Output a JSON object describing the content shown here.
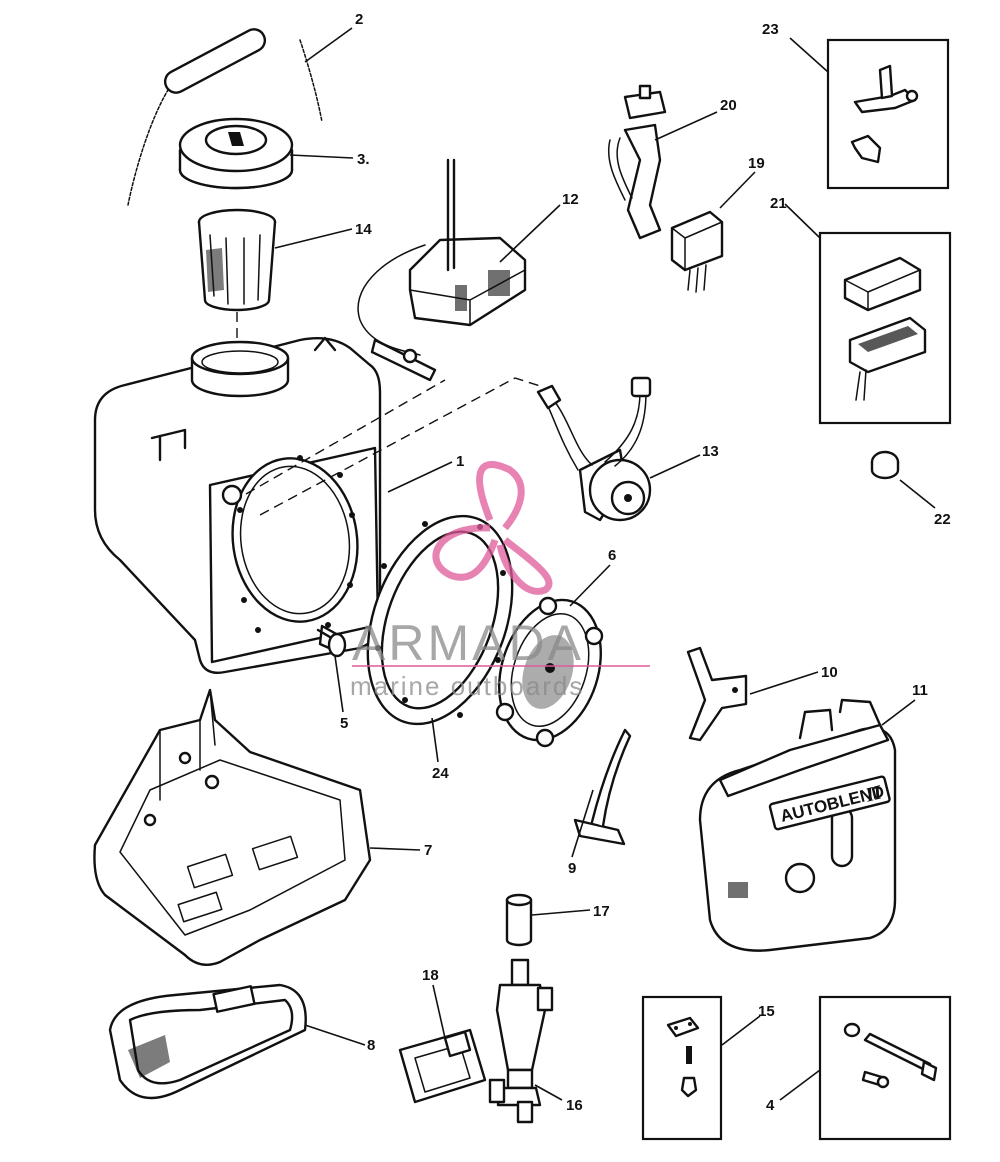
{
  "callouts": {
    "c1": "1",
    "c2": "2",
    "c3": "3.",
    "c4": "4",
    "c5": "5",
    "c6": "6",
    "c7": "7",
    "c8": "8",
    "c9": "9",
    "c10": "10",
    "c11": "11",
    "c12": "12",
    "c13": "13",
    "c14": "14",
    "c15": "15",
    "c16": "16",
    "c17": "17",
    "c18": "18",
    "c19": "19",
    "c20": "20",
    "c21": "21",
    "c22": "22",
    "c23": "23",
    "c24": "24"
  },
  "cover_logo": "AUTOBLEND",
  "cover_logo_suffix": "II",
  "watermark": {
    "name": "ARMADA",
    "tagline": "marine outboards",
    "color": "#e05a9a"
  },
  "ink_color": "#111111"
}
